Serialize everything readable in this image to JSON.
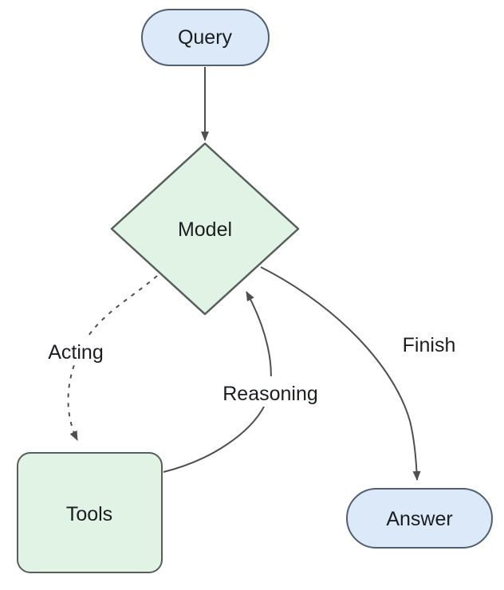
{
  "diagram": {
    "type": "flowchart",
    "nodes": [
      {
        "id": "query",
        "label": "Query",
        "shape": "stadium",
        "fill": "#dbe9f8",
        "border": "#51606e"
      },
      {
        "id": "model",
        "label": "Model",
        "shape": "diamond",
        "fill": "#e1f3e4",
        "border": "#55605a"
      },
      {
        "id": "tools",
        "label": "Tools",
        "shape": "rounded-rectangle",
        "fill": "#e1f3e4",
        "border": "#55605a"
      },
      {
        "id": "answer",
        "label": "Answer",
        "shape": "stadium",
        "fill": "#dbe9f8",
        "border": "#51606e"
      }
    ],
    "edges": [
      {
        "from": "query",
        "to": "model",
        "label": "",
        "style": "solid",
        "arrow": true
      },
      {
        "from": "model",
        "to": "tools",
        "label": "Acting",
        "style": "dashed",
        "arrow": true
      },
      {
        "from": "tools",
        "to": "model",
        "label": "Reasoning",
        "style": "solid",
        "arrow": true
      },
      {
        "from": "model",
        "to": "answer",
        "label": "Finish",
        "style": "solid",
        "arrow": true
      }
    ],
    "colors": {
      "edge_stroke": "#4f4f4f",
      "text": "#1b1d20",
      "node_blue_fill": "#dbe9f8",
      "node_blue_border": "#51606e",
      "node_green_fill": "#e1f3e4",
      "node_green_border": "#55605a",
      "background": "#ffffff"
    }
  }
}
